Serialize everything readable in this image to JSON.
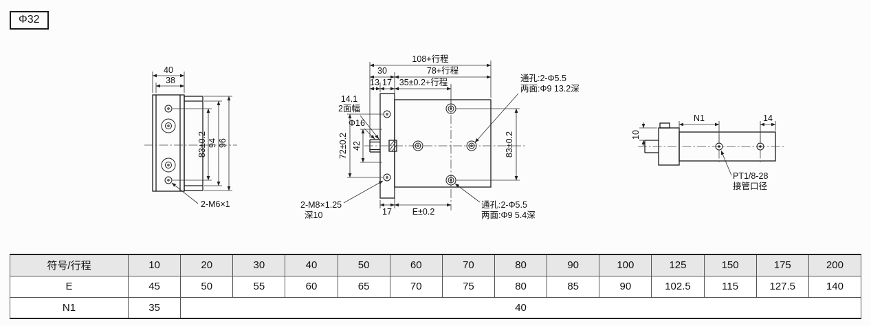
{
  "page": {
    "size_label": "Φ32"
  },
  "colors": {
    "background": "#fcfcfc",
    "line": "#1a1a1a",
    "table_header_bg": "#e7e7e7"
  },
  "left_view": {
    "dim_40": "40",
    "dim_38": "38",
    "dim_83": "83±0.2",
    "dim_94": "94",
    "dim_96": "96",
    "note_thread": "2-M6×1"
  },
  "front_view": {
    "dim_108": "108+行程",
    "dim_30": "30",
    "dim_78": "78+行程",
    "dim_13": "13",
    "dim_17_top": "17",
    "dim_35": "35±0.2+行程",
    "dim_141": "14.1",
    "dim_141b": "2面幅",
    "dim_phi16": "Φ16",
    "dim_72": "72±0.2",
    "dim_42": "42",
    "dim_83": "83±0.2",
    "dim_17_bottom": "17",
    "dim_E": "E±0.2",
    "note_hole_top_1": "通孔:2-Φ5.5",
    "note_hole_top_2": "两面:Φ9 13.2深",
    "note_thread_1": "2-M8×1.25",
    "note_thread_2": "深10",
    "note_hole_bottom_1": "通孔:2-Φ5.5",
    "note_hole_bottom_2": "两面:Φ9 5.4深"
  },
  "side_view": {
    "dim_N1": "N1",
    "dim_14": "14",
    "dim_10": "10",
    "note_port_1": "PT1/8-28",
    "note_port_2": "接管口径"
  },
  "table": {
    "header_label": "符号/行程",
    "stroke_values": [
      "10",
      "20",
      "30",
      "40",
      "50",
      "60",
      "70",
      "80",
      "90",
      "100",
      "125",
      "150",
      "175",
      "200"
    ],
    "row_e": {
      "label": "E",
      "values": [
        "45",
        "50",
        "55",
        "60",
        "65",
        "70",
        "75",
        "80",
        "85",
        "90",
        "102.5",
        "115",
        "127.5",
        "140"
      ]
    },
    "row_n1": {
      "label": "N1",
      "first": "35",
      "merged": "40"
    }
  }
}
